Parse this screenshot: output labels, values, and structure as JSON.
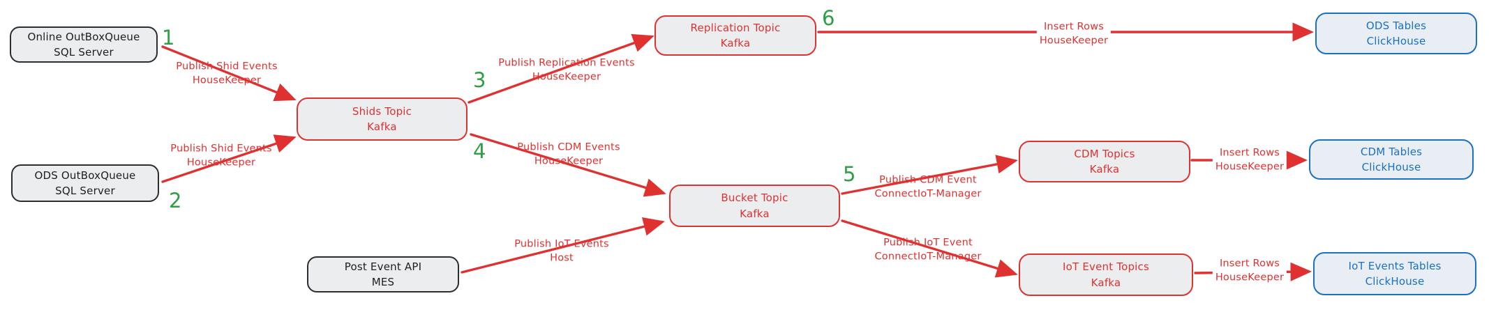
{
  "diagram": {
    "description": "Event pipeline flow diagram from SQL Server outbox queues and MES API through Kafka topics into ClickHouse tables",
    "colors": {
      "arrow_red": "#e03131",
      "step_green": "#2f9e44",
      "clickhouse_blue": "#1971c2",
      "source_dark": "#1e1e1e",
      "node_fill": "#ebedef",
      "background": "#ffffff"
    }
  },
  "nodes": [
    {
      "id": "online-outboxqueue",
      "title": "Online OutBoxQueue",
      "subtitle": "SQL Server"
    },
    {
      "id": "ods-outboxqueue",
      "title": "ODS OutBoxQueue",
      "subtitle": "SQL Server"
    },
    {
      "id": "post-event-api",
      "title": "Post Event API",
      "subtitle": "MES"
    },
    {
      "id": "shids-topic",
      "title": "Shids Topic",
      "subtitle": "Kafka"
    },
    {
      "id": "replication-topic",
      "title": "Replication Topic",
      "subtitle": "Kafka"
    },
    {
      "id": "bucket-topic",
      "title": "Bucket Topic",
      "subtitle": "Kafka"
    },
    {
      "id": "cdm-topics",
      "title": "CDM Topics",
      "subtitle": "Kafka"
    },
    {
      "id": "iot-event-topics",
      "title": "IoT Event Topics",
      "subtitle": "Kafka"
    },
    {
      "id": "ods-tables",
      "title": "ODS Tables",
      "subtitle": "ClickHouse"
    },
    {
      "id": "cdm-tables",
      "title": "CDM Tables",
      "subtitle": "ClickHouse"
    },
    {
      "id": "iot-events-tables",
      "title": "IoT Events Tables",
      "subtitle": "ClickHouse"
    }
  ],
  "edges": [
    {
      "line1": "Publish Shid Events",
      "line2": "HouseKeeper"
    },
    {
      "line1": "Publish Shid Events",
      "line2": "HouseKeeper"
    },
    {
      "line1": "Publish Replication Events",
      "line2": "HouseKeeper"
    },
    {
      "line1": "Publish CDM Events",
      "line2": "HouseKeeper"
    },
    {
      "line1": "Publish IoT Events",
      "line2": "Host"
    },
    {
      "line1": "Insert Rows",
      "line2": "HouseKeeper"
    },
    {
      "line1": "Publish CDM Event",
      "line2": "ConnectIoT-Manager"
    },
    {
      "line1": "Publish IoT Event",
      "line2": "ConnectIoT-Manager"
    },
    {
      "line1": "Insert Rows",
      "line2": "HouseKeeper"
    },
    {
      "line1": "Insert Rows",
      "line2": "HouseKeeper"
    }
  ],
  "steps": [
    "1",
    "2",
    "3",
    "4",
    "5",
    "6"
  ]
}
